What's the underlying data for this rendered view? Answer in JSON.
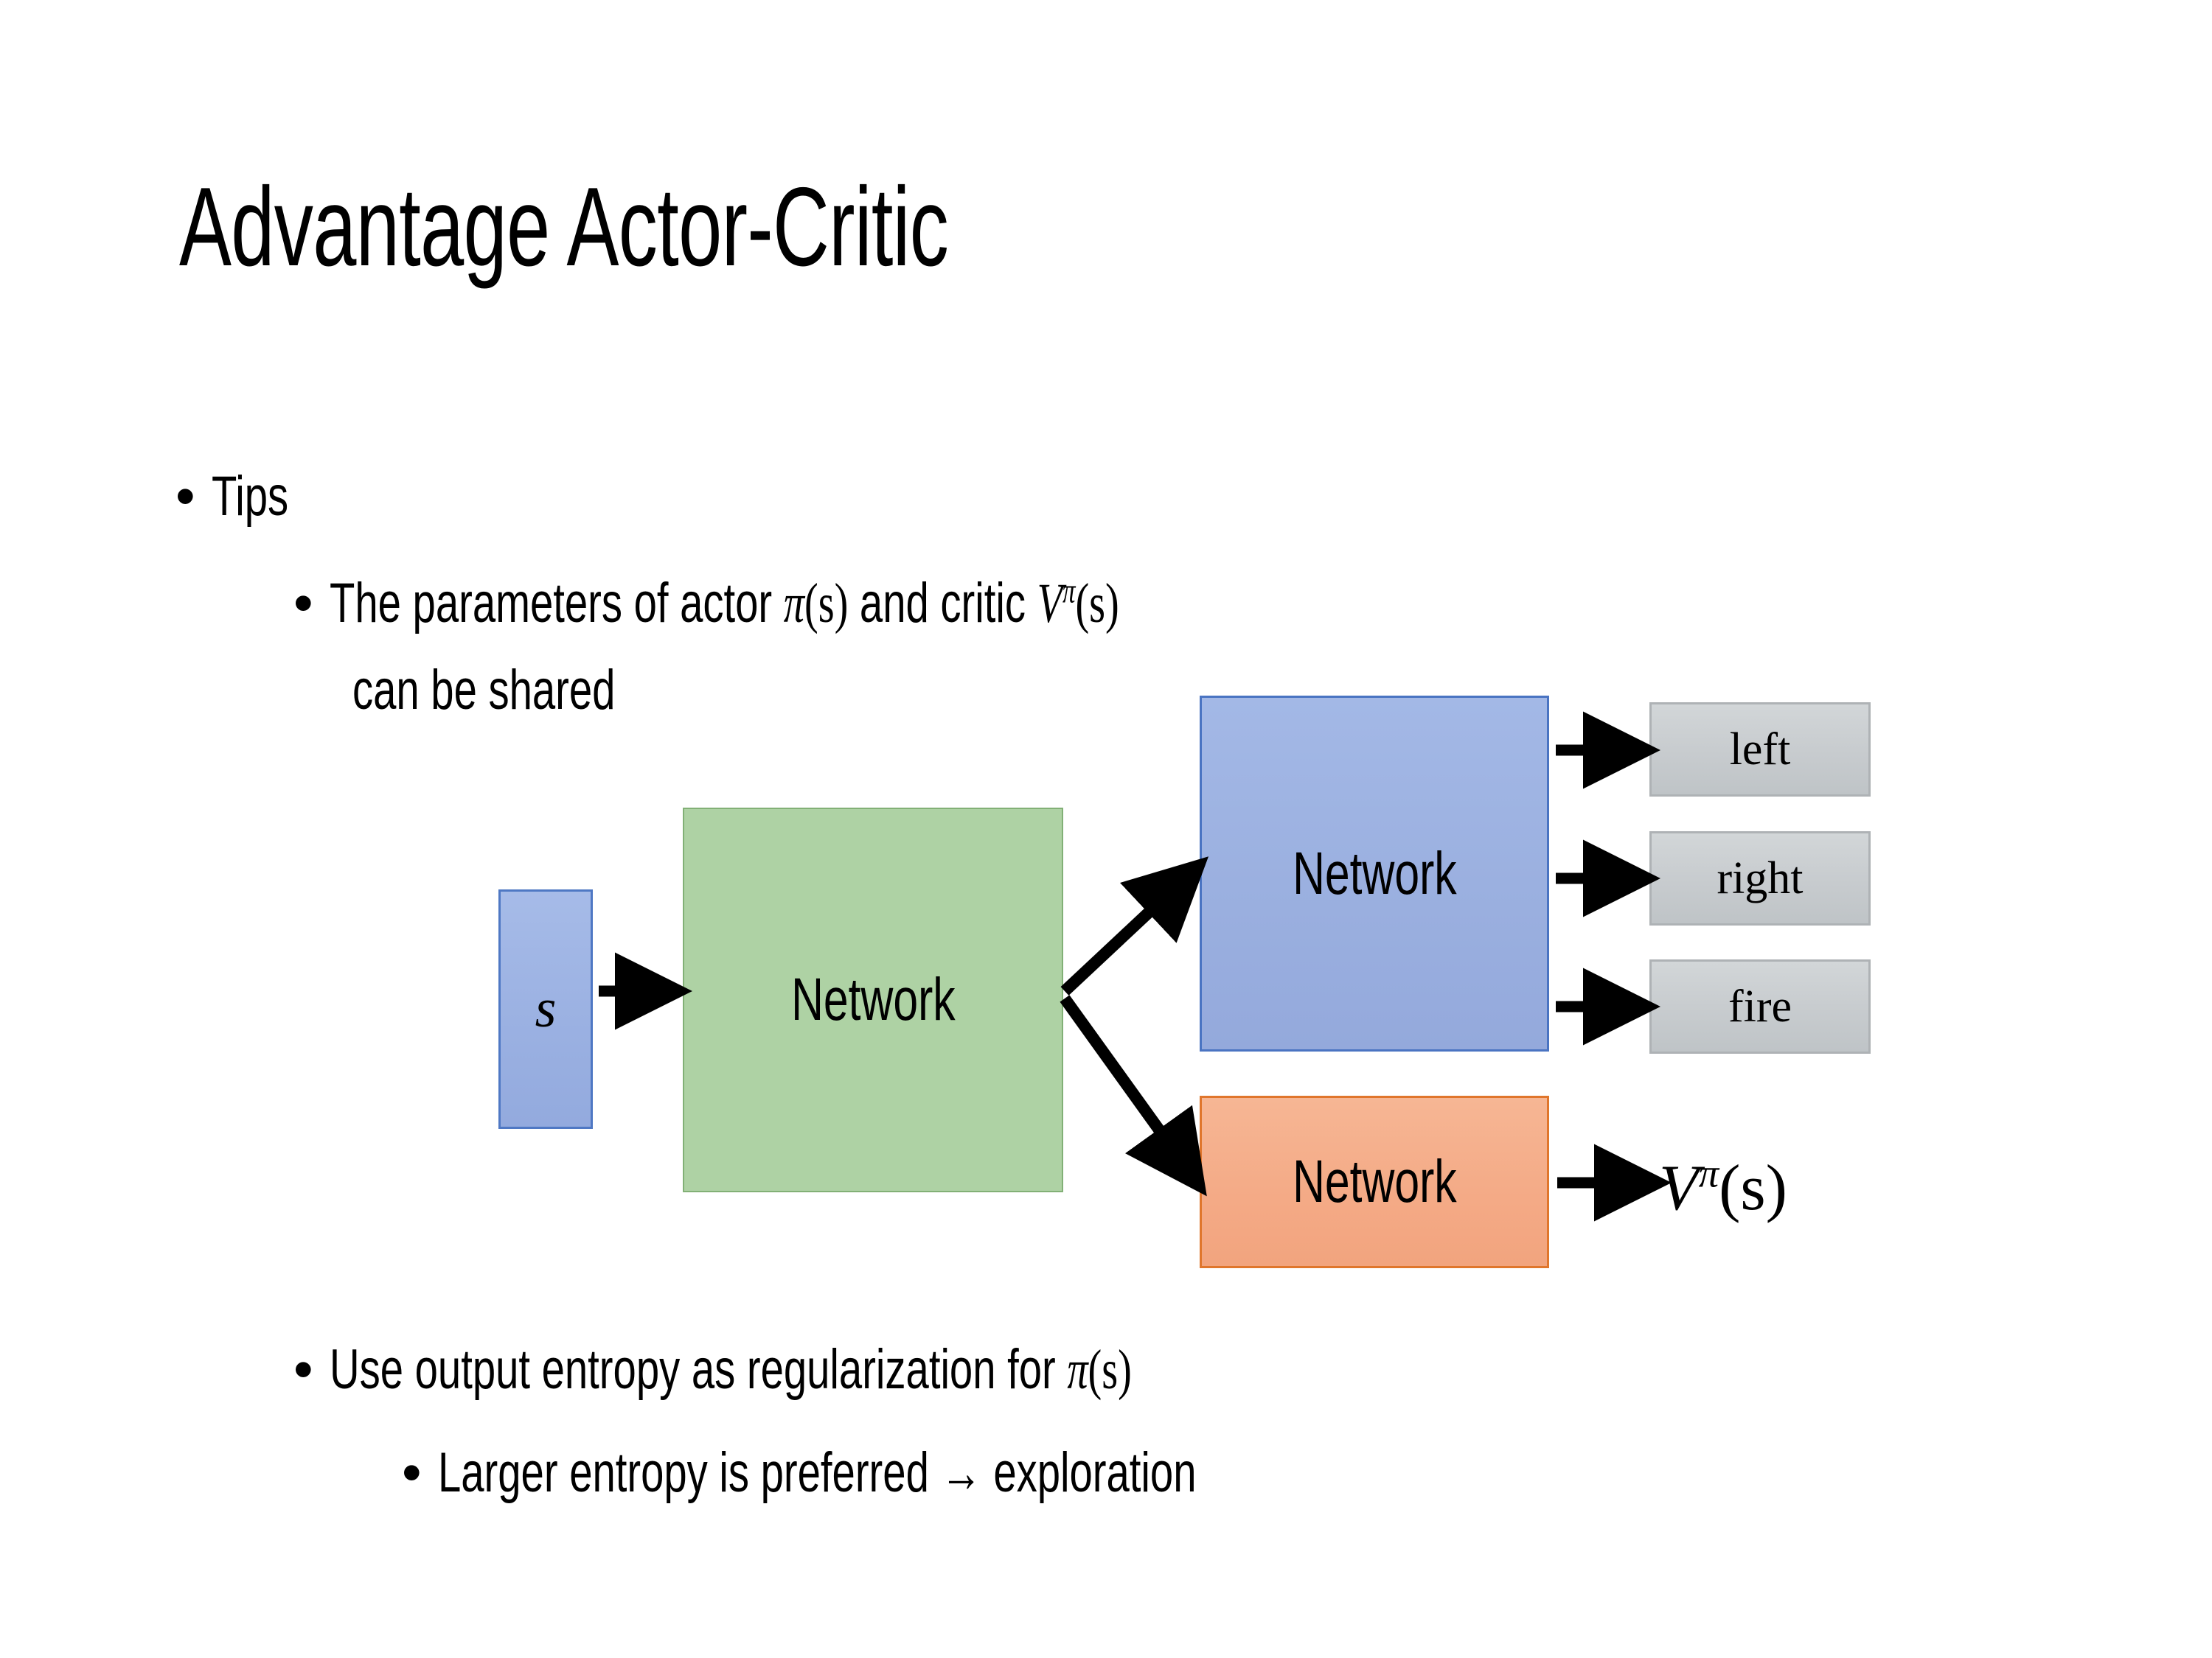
{
  "slide": {
    "title": "Advantage Actor-Critic",
    "background_color": "#FFFFFF"
  },
  "bullets": {
    "tips": {
      "marker": "•",
      "text": "Tips",
      "level": 1
    },
    "params_line1_a": "The parameters of actor ",
    "params_line1_pi": "π",
    "params_line1_pi_arg": "(s)",
    "params_line1_b": "  and critic ",
    "params_line1_V": "V",
    "params_line1_V_sup": "π",
    "params_line1_V_arg": "(s)",
    "params_line2": "can be shared",
    "entropy_a": "Use output entropy as regularization for ",
    "entropy_pi": "π",
    "entropy_pi_arg": "(s)",
    "larger": "Larger entropy is preferred → exploration",
    "marker": "•"
  },
  "diagram": {
    "input_state_label": "s",
    "shared_network_label": "Network",
    "actor_network_label": "Network",
    "critic_network_label": "Network",
    "actions": [
      {
        "label": "left"
      },
      {
        "label": "right"
      },
      {
        "label": "fire"
      }
    ],
    "critic_output": {
      "V": "V",
      "sup": "π",
      "arg": "(s)"
    },
    "colors": {
      "input_state_fill": "#9BB1E2",
      "input_state_border": "#4F78C4",
      "shared_network_fill": "#AED2A4",
      "shared_network_border": "#82B076",
      "actor_network_fill": "#9AAFDF",
      "actor_network_border": "#4A74C2",
      "critic_network_fill": "#F4AA86",
      "critic_network_border": "#E0762C",
      "action_box_fill": "#C8CCCF",
      "action_box_border": "#AEB2B5",
      "arrow_color": "#000000"
    }
  }
}
